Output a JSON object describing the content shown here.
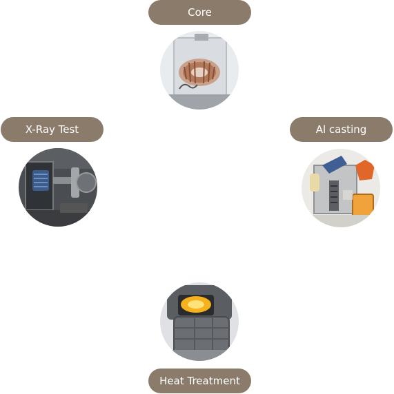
{
  "steps": {
    "core": {
      "label": "Core",
      "icon": "core-winding-icon"
    },
    "xray": {
      "label": "X-Ray Test",
      "icon": "xray-machine-icon"
    },
    "al_casting": {
      "label": "Al casting",
      "icon": "casting-machine-icon"
    },
    "heat_treatment": {
      "label": "Heat Treatment",
      "icon": "furnace-icon"
    }
  },
  "colors": {
    "pill_background": "#8b7b6b",
    "pill_text": "#ffffff",
    "background": "#ffffff"
  }
}
